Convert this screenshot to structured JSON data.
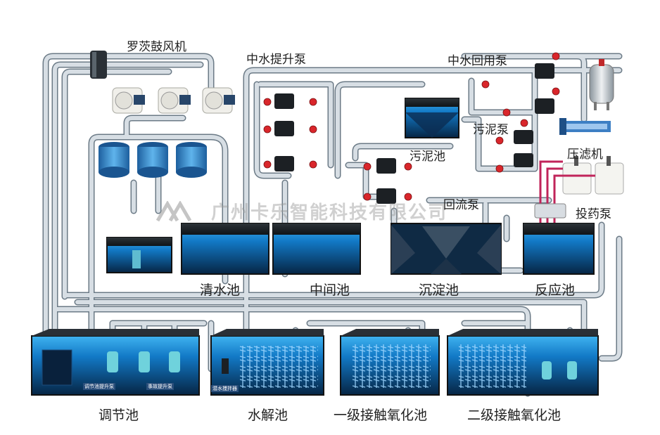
{
  "labels": {
    "roots_blower": "罗茨鼓风机",
    "middle_water_lift_pump": "中水提升泵",
    "reclaimed_water_pump": "中水回用泵",
    "sludge_pump": "污泥泵",
    "sludge_tank": "污泥池",
    "filter_press": "压滤机",
    "return_pump": "回流泵",
    "dosing_pump": "投药泵",
    "clear_water_tank": "清水池",
    "intermediate_tank": "中间池",
    "sedimentation_tank": "沉淀池",
    "reaction_tank": "反应池",
    "regulating_tank": "调节池",
    "hydrolysis_tank": "水解池",
    "primary_contact_oxidation_tank": "一级接触氧化池",
    "secondary_contact_oxidation_tank": "二级接触氧化池"
  },
  "watermark": "广州卡乐智能科技有限公司",
  "small_tags": {
    "regulating_lift_pump": "调节池提升泵",
    "accident_lift_pump": "事故提升泵",
    "submersible_mixer": "潜水搅拌器"
  },
  "colors": {
    "pipe": "#c9d3dc",
    "pipe_edge": "#6f7f8c",
    "water_top": "#1e8fd6",
    "water_bottom": "#0a2f55",
    "tank_frame": "#1a1f24",
    "valve": "#d9262b",
    "pump_body": "#1c2024"
  }
}
